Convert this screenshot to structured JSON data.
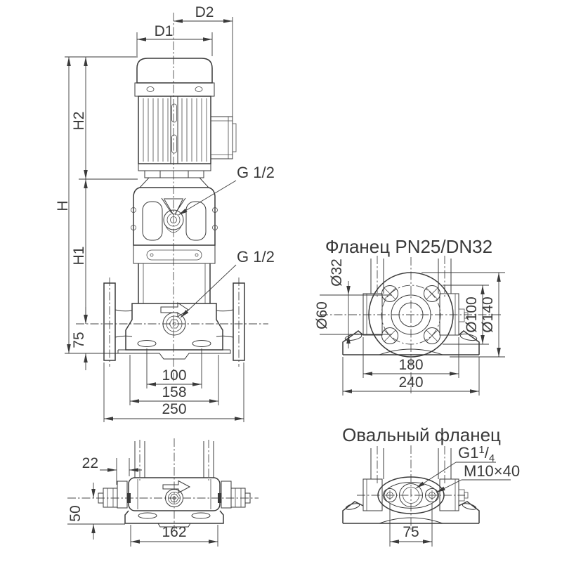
{
  "colors": {
    "line": "#3a3a3a",
    "background": "#ffffff"
  },
  "main_view": {
    "d1": "D1",
    "d2": "D2",
    "h": "H",
    "h2": "H2",
    "h1": "H1",
    "v75": "75",
    "b100": "100",
    "b158": "158",
    "b250": "250",
    "port_top": "G 1/2",
    "port_mid": "G 1/2"
  },
  "flange_view": {
    "title": "Фланец PN25/DN32",
    "d32": "Ø32",
    "d60": "Ø60",
    "d100": "Ø100",
    "d140": "Ø140",
    "w180": "180",
    "w240": "240"
  },
  "oval_view": {
    "title": "Овальный фланец",
    "thread_prefix": "G1",
    "thread_sup": "1",
    "thread_slash": "/",
    "thread_sub": "4",
    "bolt": "M10×40",
    "w75": "75"
  },
  "bottom_view": {
    "w22": "22",
    "h50": "50",
    "w162": "162"
  }
}
